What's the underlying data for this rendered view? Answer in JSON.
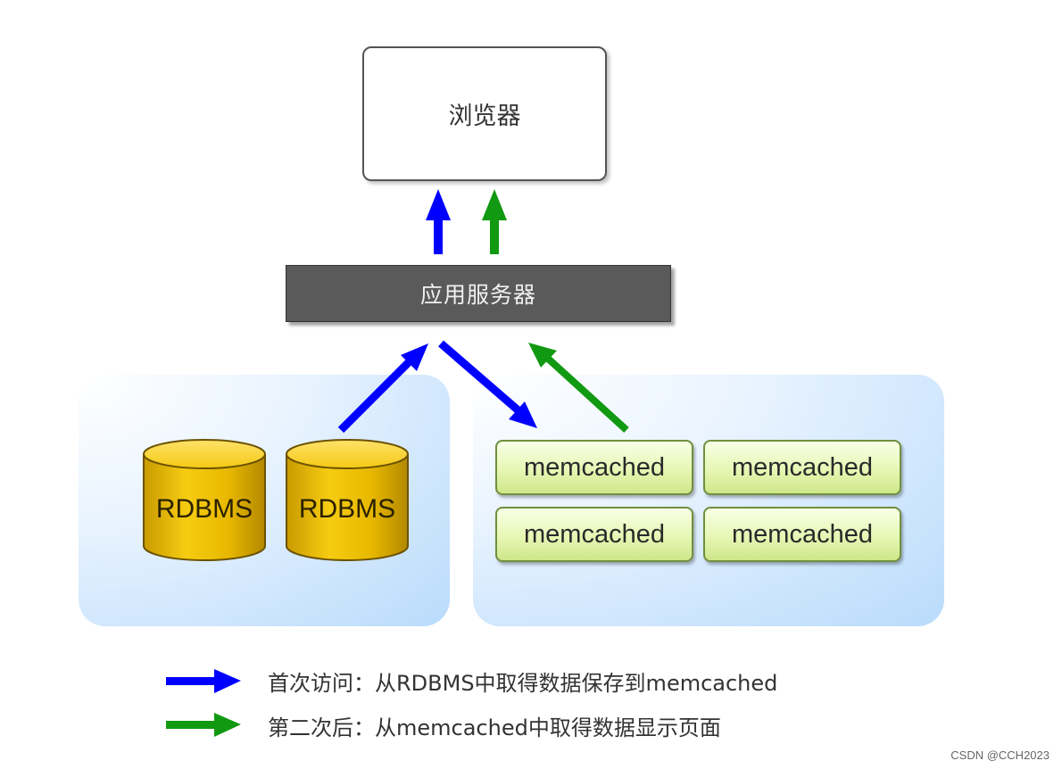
{
  "browser": {
    "label": "浏览器"
  },
  "app_server": {
    "label": "应用服务器"
  },
  "databases": [
    {
      "label": "RDBMS"
    },
    {
      "label": "RDBMS"
    }
  ],
  "memcached": [
    {
      "label": "memcached"
    },
    {
      "label": "memcached"
    },
    {
      "label": "memcached"
    },
    {
      "label": "memcached"
    }
  ],
  "legend": {
    "first_visit": "首次访问：从RDBMS中取得数据保存到memcached",
    "second_visit": "第二次后：从memcached中取得数据显示页面"
  },
  "colors": {
    "first_visit_arrow": "#0000ff",
    "second_visit_arrow": "#119911",
    "database": "#f2c200",
    "memcached": "#e6f7b4",
    "app_server": "#5a5a5a"
  },
  "watermark": "CSDN @CCH2023"
}
